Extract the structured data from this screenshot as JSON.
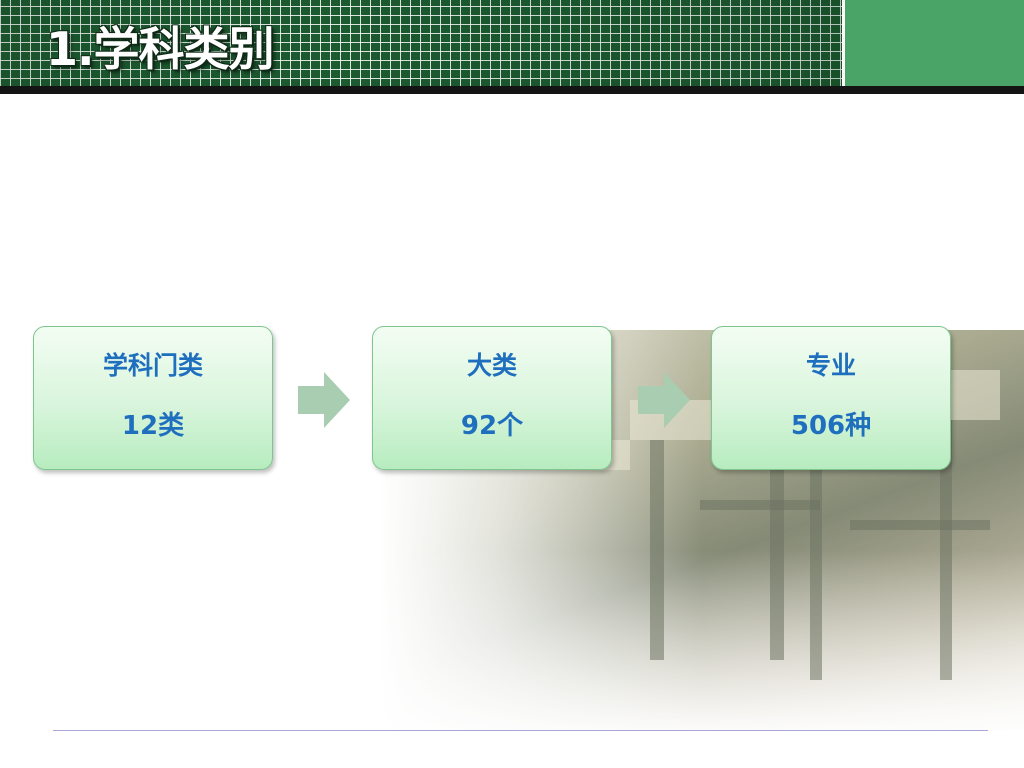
{
  "header": {
    "title": "1.学科类别",
    "colors": {
      "grid_dark": "#1c5a30",
      "solid": "#4aa467",
      "bar": "#141414"
    }
  },
  "flow": [
    {
      "label": "学科门类",
      "value": "12类"
    },
    {
      "label": "大类",
      "value": "92个"
    },
    {
      "label": "专业",
      "value": "506种"
    }
  ],
  "colors": {
    "text_blue": "#1f6fbf",
    "arrow": "#a8cdb1",
    "box_border": "#7fc58e"
  },
  "icons": {
    "flow_arrow": "right-arrow-icon"
  }
}
